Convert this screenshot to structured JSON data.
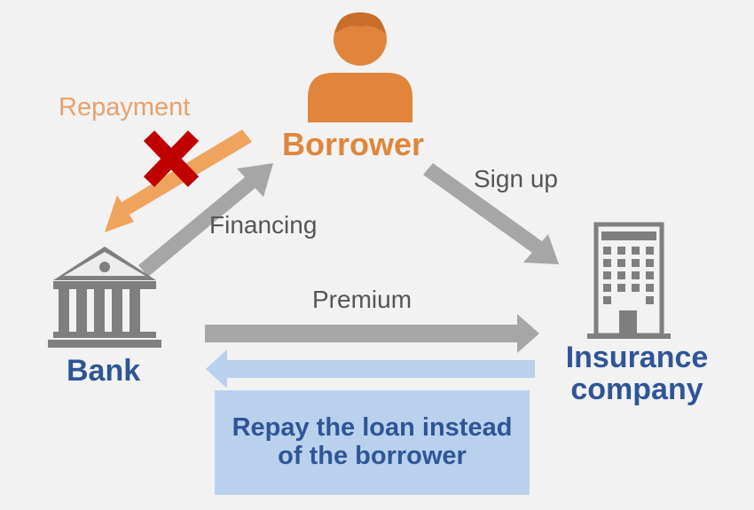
{
  "nodes": {
    "borrower": "Borrower",
    "bank": "Bank",
    "insurer": "Insurance company"
  },
  "flows": {
    "repayment": "Repayment",
    "financing": "Financing",
    "sign_up": "Sign up",
    "premium": "Premium",
    "repay_instead": "Repay the loan instead of the borrower"
  },
  "icons": {
    "borrower": "person-icon",
    "bank": "bank-building-icon",
    "insurer": "office-building-icon",
    "cancel": "red-x-icon"
  },
  "colors": {
    "orange": "#e0853b",
    "blue": "#2f5597",
    "gray_arrow": "#a6a6a6",
    "light_blue": "#b9d1ec",
    "cancel_red": "#c00000"
  }
}
